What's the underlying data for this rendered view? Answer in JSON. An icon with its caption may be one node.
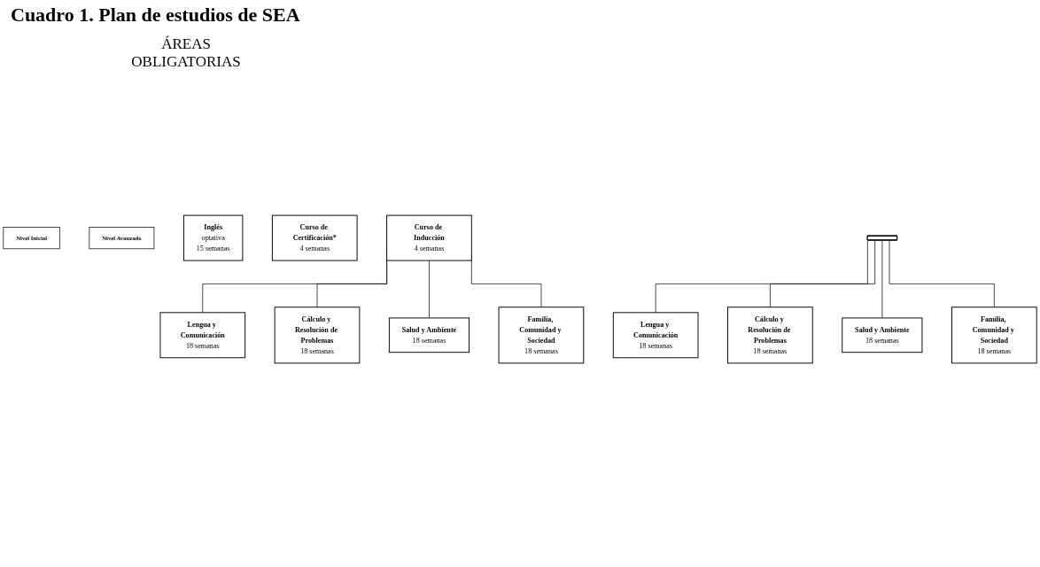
{
  "diagram": {
    "title": "Cuadro 1. Plan de estudios de SEA",
    "nodes": [
      {
        "text": [
          "Curso de Inducción",
          "4 semanas"
        ]
      },
      {
        "text": [
          "Nivel Inicial"
        ]
      },
      {
        "text": [
          "Lengua y Comunicación",
          "18 semanas"
        ]
      },
      {
        "text": [
          "Cálculo y Resolución de Problemas",
          "18 semanas"
        ]
      },
      {
        "text": [
          "Salud y Ambiente",
          "18 semanas"
        ]
      },
      {
        "text": [
          "Familia, Comunidad y Sociedad",
          "18 semanas"
        ]
      },
      {
        "text": [],
        "shape": "bar"
      },
      {
        "text": [
          "Nivel Avanzado"
        ]
      },
      {
        "text": [
          "Lengua y Comunicación",
          "18 semanas"
        ]
      },
      {
        "text": [
          "Cálculo y Resolución de Problemas",
          "18 semanas"
        ]
      },
      {
        "text": [
          "Salud y Ambiente",
          "18 semanas"
        ]
      },
      {
        "text": [
          "Familia, Comunidad y Sociedad",
          "18 semanas"
        ]
      },
      {
        "text": [
          "Inglés",
          "optativa",
          "15 semanas"
        ]
      },
      {
        "text": [
          "Curso de Certificación*",
          "4 semanas"
        ]
      }
    ],
    "edges": [
      {
        "from": 0,
        "to": 2,
        "arrow": "none"
      },
      {
        "from": 0,
        "to": 3,
        "arrow": "none"
      },
      {
        "from": 0,
        "to": 4,
        "arrow": "none"
      },
      {
        "from": 0,
        "to": 5,
        "arrow": "none"
      },
      {
        "from": 6,
        "to": 8,
        "arrow": "none"
      },
      {
        "from": 6,
        "to": 9,
        "arrow": "none"
      },
      {
        "from": 6,
        "to": 10,
        "arrow": "none"
      },
      {
        "from": 6,
        "to": 11,
        "arrow": "none"
      }
    ],
    "labels": [
      "ÁREAS OBLIGATORIAS"
    ]
  }
}
